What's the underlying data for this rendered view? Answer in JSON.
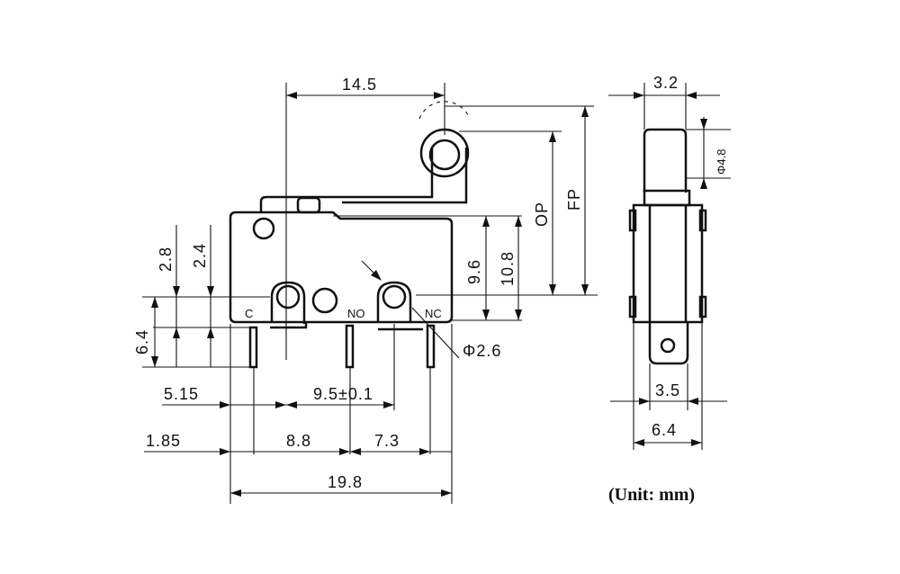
{
  "diagram": {
    "dimensions": {
      "lever_reach": "14.5",
      "width_side_top": "3.2",
      "roller_dia": "Φ4.8",
      "op": "OP",
      "fp": "FP",
      "hole_top_28": "2.8",
      "hole_top_24": "2.4",
      "height_96": "9.6",
      "height_108": "10.8",
      "pin_len": "6.4",
      "hole_dia": "Φ2.6",
      "offset_515": "5.15",
      "pitch_95": "9.5±0.1",
      "offset_185": "1.85",
      "pitch_88": "8.8",
      "pitch_73": "7.3",
      "body_len": "19.8",
      "side_35": "3.5",
      "side_64": "6.4"
    },
    "terminals": [
      "C",
      "NO",
      "NC"
    ],
    "unit_label": "(Unit: mm)"
  }
}
